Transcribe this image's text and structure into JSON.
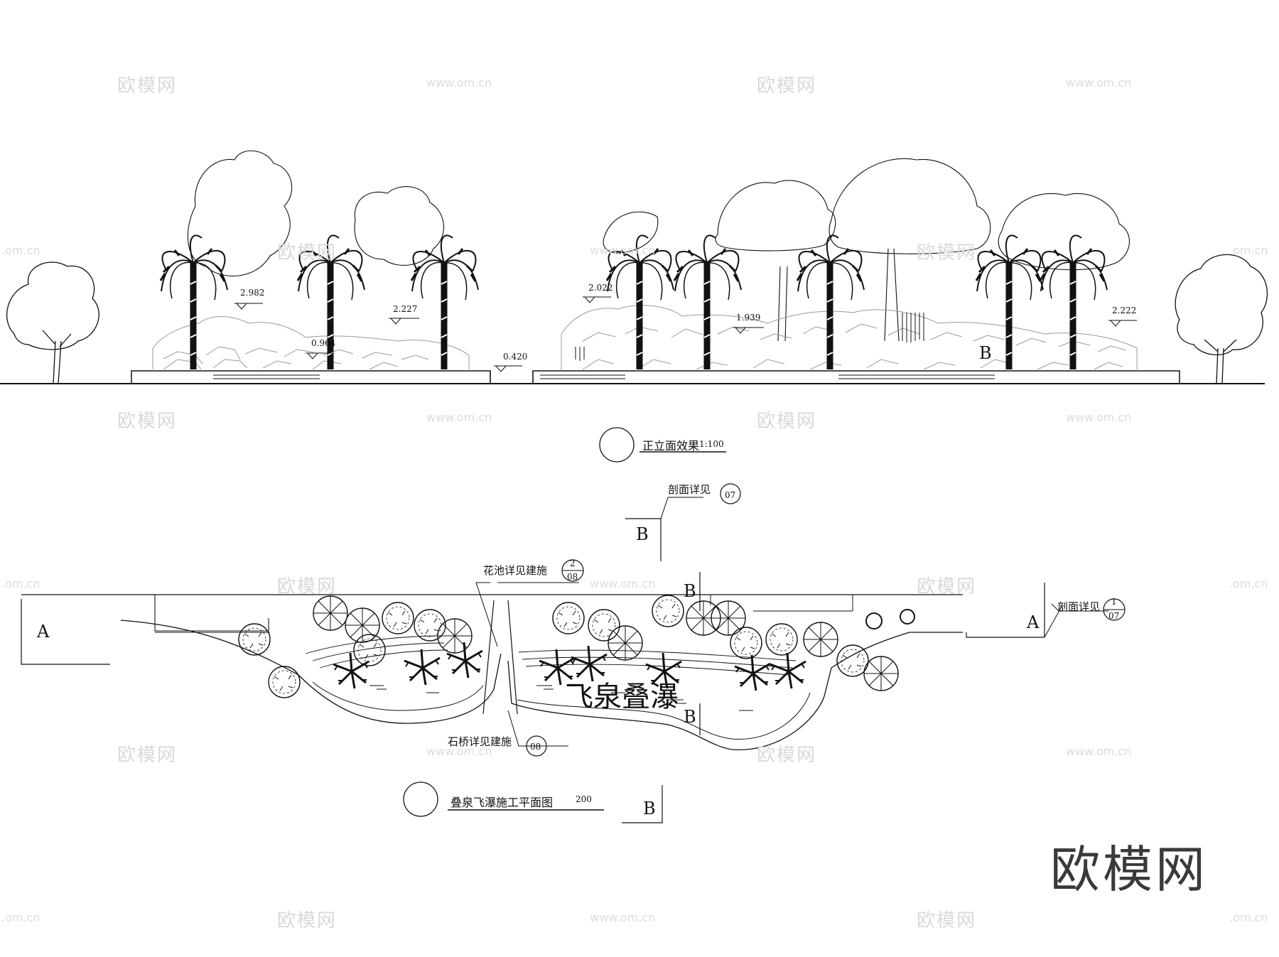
{
  "watermarks": {
    "logo_text": "欧模网",
    "url_text": "www.om.cn",
    "url_edge_text": ".om.cn"
  },
  "brand_text": "欧模网",
  "elevation": {
    "title": "正立面效果",
    "scale": "1:100",
    "levels": [
      "2.982",
      "0.964",
      "2.227",
      "0.420",
      "2.022",
      "1.939",
      "2.222"
    ],
    "section_letter": "B"
  },
  "plan": {
    "title": "叠泉飞瀑施工平面图",
    "scale": "200",
    "feature_name": "飞泉叠瀑",
    "section_A": "A",
    "section_B": "B",
    "notes": {
      "flower_pool": "花池详见建施",
      "flower_pool_ref_top": "2",
      "flower_pool_ref_bottom": "08",
      "section_detail": "剖面详见",
      "section_detail_ref_top_1": "07",
      "section_detail_ref_top_2": "1",
      "section_detail_ref_bottom_2": "07",
      "stone_bridge": "石桥详见建施",
      "stone_bridge_ref": "08"
    }
  }
}
